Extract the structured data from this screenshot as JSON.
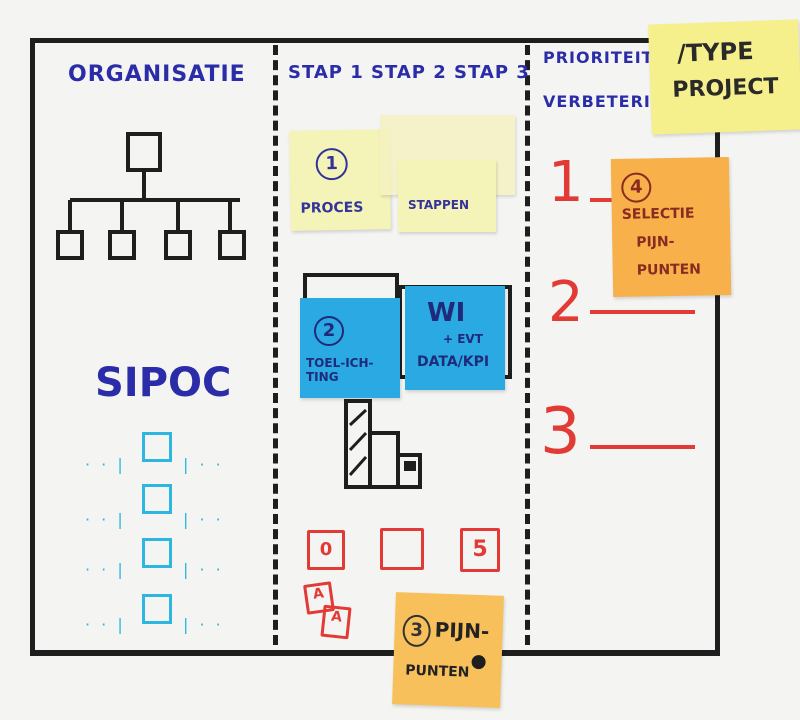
{
  "columns": {
    "organisatie": "ORGANISATIE",
    "stappen": "STAP 1  STAP 2  STAP 3",
    "prioriteit": "PRIORITEIT",
    "verbetering": "VERBETERI"
  },
  "type_note": {
    "line1": "/TYPE",
    "line2": "PROJECT"
  },
  "org_chart": {
    "label": "org-chart"
  },
  "sipoc": {
    "title": "SIPOC"
  },
  "notes": {
    "proces_num": "1",
    "proces": "PROCES",
    "stappen": "STAPPEN",
    "toelichting_num": "2",
    "toelichting": "TOEL-ICH-TING",
    "wi_line1": "WI",
    "wi_line2": "+ EVT",
    "wi_line3": "DATA/KPI",
    "pijnpunten_num": "3",
    "pijnpunten_line1": "PIJN-",
    "pijnpunten_line2": "PUNTEN",
    "selectie_num": "4",
    "selectie_line1": "SELECTIE",
    "selectie_line2": "PIJN-",
    "selectie_line3": "PUNTEN"
  },
  "priorities": [
    "1",
    "2",
    "3"
  ],
  "red_boxes": [
    "0",
    "",
    "5"
  ],
  "small_red": [
    "A",
    "A"
  ],
  "colors": {
    "marker_blue": "#2a2ca8",
    "marker_red": "#e23a35",
    "marker_black": "#1e1e1e",
    "sticky_yellow": "#f4f3b8",
    "sticky_blue": "#2aa9e3",
    "sticky_orange": "#f7b04a"
  }
}
